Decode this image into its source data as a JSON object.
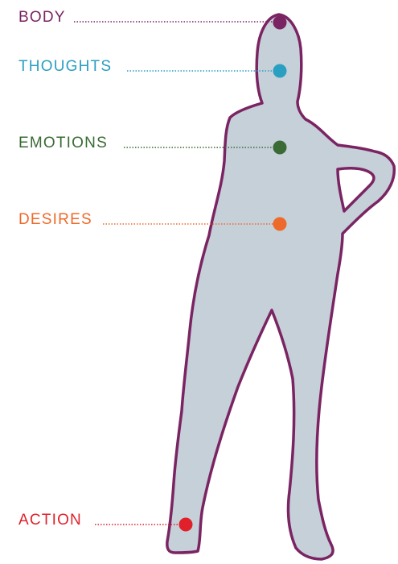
{
  "diagram": {
    "outline_color": "#7b2463",
    "body_fill": "#c5d0d8",
    "connector_style": "dotted",
    "labels": [
      {
        "text": "BODY",
        "color": "#7b2463"
      },
      {
        "text": "THOUGHTS",
        "color": "#2a9fc2"
      },
      {
        "text": "EMOTIONS",
        "color": "#3a6b35"
      },
      {
        "text": "DESIRES",
        "color": "#ee6a2b"
      },
      {
        "text": "ACTION",
        "color": "#e0202b"
      }
    ]
  }
}
